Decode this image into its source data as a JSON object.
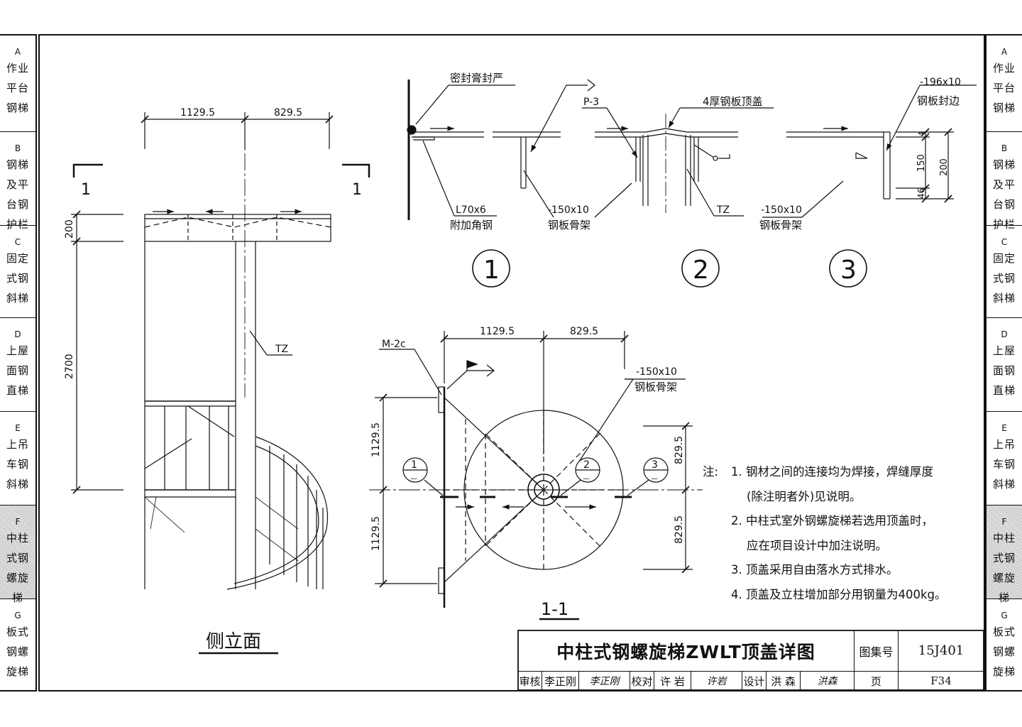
{
  "left_tabs": [
    {
      "letter": "A",
      "lines": [
        "作业",
        "平台",
        "钢梯"
      ],
      "active": false
    },
    {
      "letter": "B",
      "lines": [
        "钢梯",
        "及平",
        "台钢",
        "护栏"
      ],
      "active": false
    },
    {
      "letter": "C",
      "lines": [
        "固定",
        "式钢",
        "斜梯"
      ],
      "active": false
    },
    {
      "letter": "D",
      "lines": [
        "上屋",
        "面钢",
        "直梯"
      ],
      "active": false
    },
    {
      "letter": "E",
      "lines": [
        "上吊",
        "车钢",
        "斜梯"
      ],
      "active": false
    },
    {
      "letter": "F",
      "lines": [
        "中柱",
        "式钢",
        "螺旋",
        "梯"
      ],
      "active": true
    },
    {
      "letter": "G",
      "lines": [
        "板式",
        "钢螺",
        "旋梯"
      ],
      "active": false
    }
  ],
  "right_tabs": [
    {
      "letter": "A",
      "lines": [
        "作业",
        "平台",
        "钢梯"
      ],
      "active": false
    },
    {
      "letter": "B",
      "lines": [
        "钢梯",
        "及平",
        "台钢",
        "护栏"
      ],
      "active": false
    },
    {
      "letter": "C",
      "lines": [
        "固定",
        "式钢",
        "斜梯"
      ],
      "active": false
    },
    {
      "letter": "D",
      "lines": [
        "上屋",
        "面钢",
        "直梯"
      ],
      "active": false
    },
    {
      "letter": "E",
      "lines": [
        "上吊",
        "车钢",
        "斜梯"
      ],
      "active": false
    },
    {
      "letter": "F",
      "lines": [
        "中柱",
        "式钢",
        "螺旋",
        "梯"
      ],
      "active": true
    },
    {
      "letter": "G",
      "lines": [
        "板式",
        "钢螺",
        "旋梯"
      ],
      "active": false
    }
  ],
  "elevation": {
    "dim_left": "1129.5",
    "dim_right": "829.5",
    "dim_200": "200",
    "dim_2700": "2700",
    "section_mark": "1",
    "column_label": "TZ",
    "caption": "侧立面"
  },
  "details": {
    "d1_label_sealant": "密封膏封严",
    "d1_angle": "L70x6",
    "d1_angle_name": "附加角钢",
    "frame_spec": "-150x10",
    "frame_name": "钢板骨架",
    "d2_weld": "P-3",
    "d2_cover": "4厚钢板顶盖",
    "d2_column": "TZ",
    "d3_edge_spec": "-196x10",
    "d3_edge_name": "钢板封边",
    "d3_dim_4": "4",
    "d3_dim_150": "150",
    "d3_dim_46": "46",
    "d3_dim_200": "200",
    "marker_1": "1",
    "marker_2": "2",
    "marker_3": "3"
  },
  "plan": {
    "dim_top_left": "1129.5",
    "dim_top_right": "829.5",
    "dim_left_upper": "1129.5",
    "dim_left_lower": "1129.5",
    "dim_right_upper": "829.5",
    "dim_right_lower": "829.5",
    "m2c": "M-2c",
    "frame_spec": "-150x10",
    "frame_name": "钢板骨架",
    "ref_1": "1",
    "ref_2": "2",
    "ref_3": "3",
    "ref_dash": "—",
    "caption": "1-1"
  },
  "notes": {
    "prefix": "注:",
    "items": [
      {
        "num": "1.",
        "lines": [
          "钢材之间的连接均为焊接，焊缝厚度",
          "(除注明者外)见说明。"
        ]
      },
      {
        "num": "2.",
        "lines": [
          "中柱式室外钢螺旋梯若选用顶盖时，",
          "应在项目设计中加注说明。"
        ]
      },
      {
        "num": "3.",
        "lines": [
          "顶盖采用自由落水方式排水。"
        ]
      },
      {
        "num": "4.",
        "lines": [
          "顶盖及立柱增加部分用钢量为400kg。"
        ]
      }
    ]
  },
  "title_block": {
    "title": "中柱式钢螺旋梯ZWLT顶盖详图",
    "atlas_label": "图集号",
    "atlas_value": "15J401",
    "review_label": "审核",
    "reviewer": "李正刚",
    "reviewer_sign": "李正刚",
    "check_label": "校对",
    "checker": "许 岩",
    "checker_sign": "许岩",
    "design_label": "设计",
    "designer": "洪 森",
    "designer_sign": "洪森",
    "page_label": "页",
    "page_value": "F34"
  },
  "colors": {
    "line": "#111111",
    "active_tab": "#cfcfcf"
  }
}
